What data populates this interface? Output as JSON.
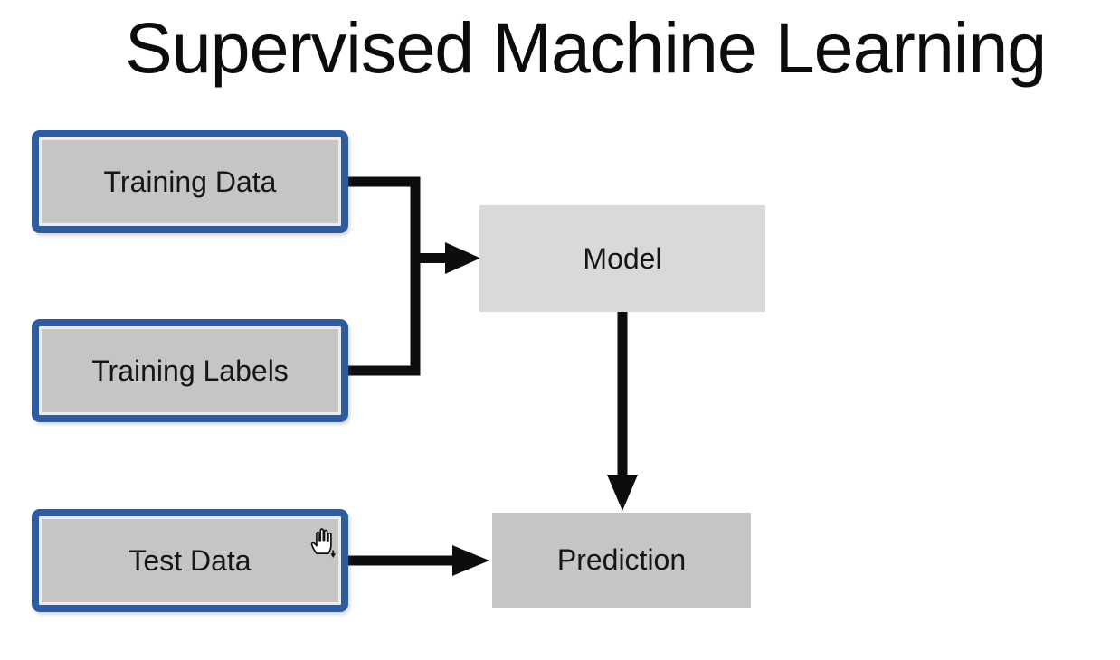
{
  "title": "Supervised Machine Learning",
  "nodes": [
    {
      "id": "training-data",
      "label": "Training Data",
      "kind": "input"
    },
    {
      "id": "training-labels",
      "label": "Training Labels",
      "kind": "input"
    },
    {
      "id": "test-data",
      "label": "Test Data",
      "kind": "input"
    },
    {
      "id": "model",
      "label": "Model",
      "kind": "process"
    },
    {
      "id": "prediction",
      "label": "Prediction",
      "kind": "output"
    }
  ],
  "edges": [
    {
      "from": "Training Data",
      "to": "Model"
    },
    {
      "from": "Training Labels",
      "to": "Model"
    },
    {
      "from": "Model",
      "to": "Prediction"
    },
    {
      "from": "Test Data",
      "to": "Prediction"
    }
  ],
  "cursor": {
    "icon": "hand-grab-with-down-arrow-cursor"
  },
  "colors": {
    "background": "#ffffff",
    "node_border_blue": "#2f5c9e",
    "input_node_fill": "#c6c5c4",
    "model_node_fill": "#d9d9d8",
    "prediction_node_fill": "#c6c5c4",
    "connector_black": "#0d0d0d",
    "text": "#161616"
  }
}
